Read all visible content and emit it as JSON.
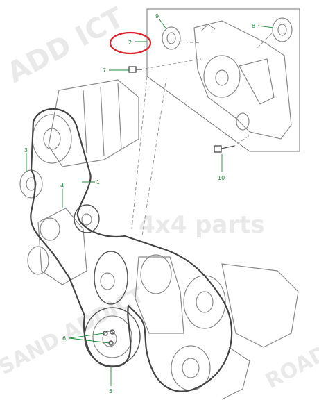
{
  "callouts": [
    "2",
    "3",
    "4",
    "5",
    "6",
    "7",
    "8",
    "9",
    "10",
    "1"
  ],
  "watermarks": {
    "brand_top": "ADD ICT",
    "brand_center": "4x4 parts",
    "brand_left": "SAND ADDICT",
    "brand_right": "ROAD"
  },
  "colors": {
    "callout": "#1f8a3a",
    "highlight": "#e0202a",
    "line": "#555555"
  }
}
